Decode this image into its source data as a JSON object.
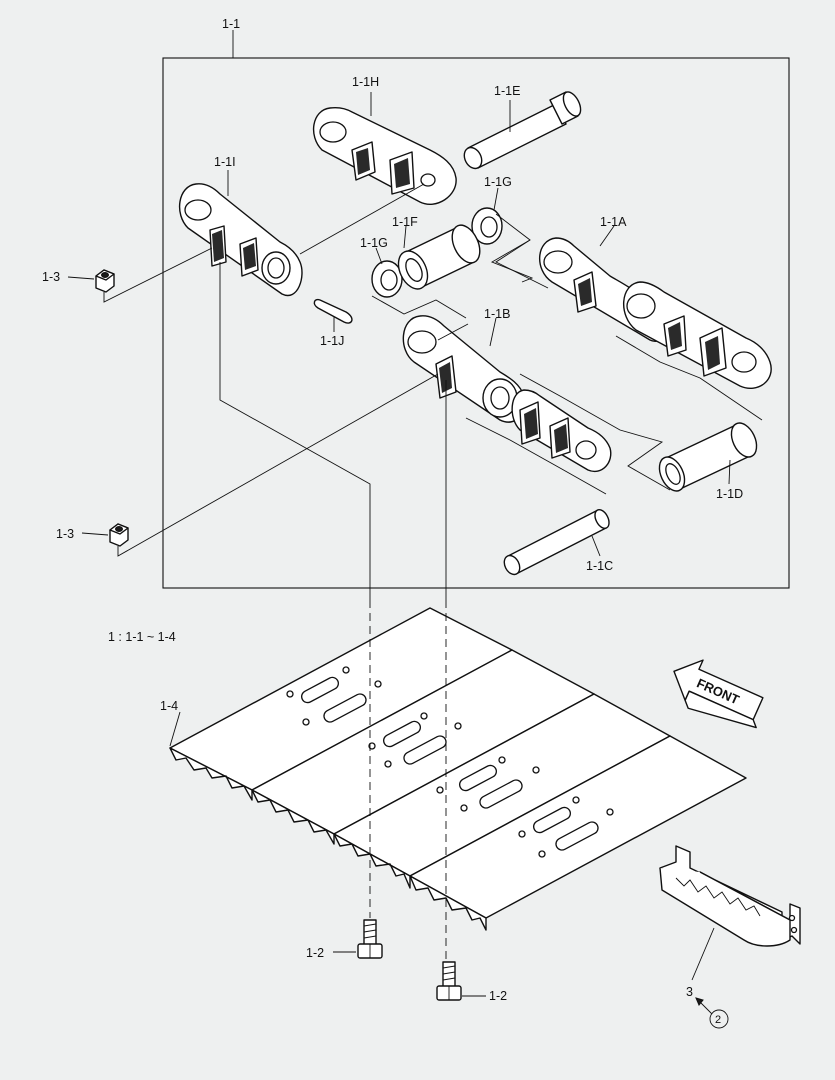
{
  "labels": {
    "assembly": "1-1",
    "link_h": "1-1H",
    "pin_e": "1-1E",
    "link_i": "1-1I",
    "seal_g_top": "1-1G",
    "bushing_f": "1-1F",
    "link_a": "1-1A",
    "seal_g_left": "1-1G",
    "nut_left_top": "1-3",
    "pin_j": "1-1J",
    "link_b": "1-1B",
    "bushing_d": "1-1D",
    "nut_left_bottom": "1-3",
    "pin_c": "1-1C",
    "range_note": "1 : 1-1 ~ 1-4",
    "front": "FRONT",
    "shoe": "1-4",
    "bolt_left": "1-2",
    "bolt_right": "1-2",
    "guard": "3",
    "circle_ref": "2"
  }
}
